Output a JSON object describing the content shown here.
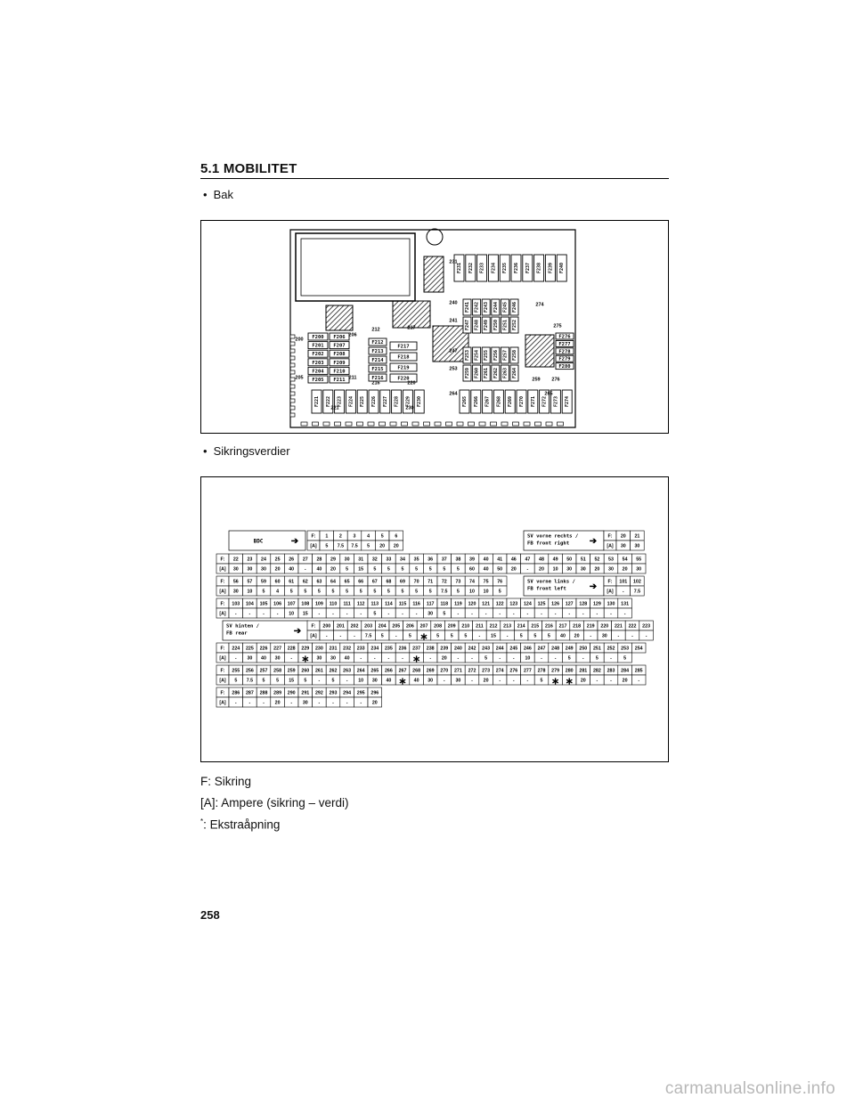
{
  "header": {
    "section_title": "5.1 MOBILITET"
  },
  "bullets": {
    "rear": "Bak",
    "values": "Sikringsverdier"
  },
  "diagram": {
    "left_col_a": [
      "F200",
      "F201",
      "F202",
      "F203",
      "F204",
      "F205"
    ],
    "left_col_b": [
      "F206",
      "F207",
      "F208",
      "F209",
      "F210",
      "F211"
    ],
    "mid_col_a": [
      "F212",
      "F213",
      "F214",
      "F215",
      "F216"
    ],
    "mid_col_b": [
      "F217",
      "F218",
      "F219",
      "F220"
    ],
    "top_row": [
      "F231",
      "F232",
      "F233",
      "F234",
      "F235",
      "F236",
      "F237",
      "F238",
      "F239",
      "F240"
    ],
    "bottom_row_left": [
      "F221",
      "F222",
      "F223",
      "F224",
      "F225",
      "F226",
      "F227",
      "F228",
      "F229",
      "F230"
    ],
    "bottom_row_right": [
      "F265",
      "F266",
      "F267",
      "F268",
      "F269",
      "F270",
      "F271",
      "F272",
      "F273",
      "F274"
    ],
    "mid_grid_a": [
      "F241",
      "F242",
      "F243",
      "F244",
      "F245",
      "F246"
    ],
    "mid_grid_b": [
      "F247",
      "F248",
      "F249",
      "F250",
      "F251",
      "F252"
    ],
    "lower_grid_a": [
      "F253",
      "F254",
      "F255",
      "F256",
      "F257",
      "F258"
    ],
    "lower_grid_b": [
      "F259",
      "F260",
      "F261",
      "F262",
      "F263",
      "F264"
    ],
    "right_col": [
      "F276",
      "F277",
      "F278",
      "F279",
      "F280"
    ],
    "callouts": [
      "200",
      "205",
      "206",
      "211",
      "212",
      "217",
      "216",
      "220",
      "221",
      "230",
      "231",
      "240",
      "241",
      "247",
      "253",
      "259",
      "264",
      "265",
      "274",
      "275",
      "276",
      "280"
    ]
  },
  "table": {
    "boxes": {
      "bdc": "BDC",
      "front_right": [
        "SV vorne rechts /",
        "FB front right"
      ],
      "front_left": [
        "SV vorne links /",
        "FB front left"
      ],
      "rear": [
        "SV hinten /",
        "FB rear"
      ]
    },
    "f_label": "F:",
    "a_label": "[A]",
    "bdc_f": [
      "1",
      "2",
      "3",
      "4",
      "5",
      "6"
    ],
    "bdc_a": [
      "5",
      "7.5",
      "7.5",
      "5",
      "20",
      "20"
    ],
    "fr_f": [
      "20",
      "21"
    ],
    "fr_a": [
      "30",
      "30"
    ],
    "row1_f": [
      "22",
      "23",
      "24",
      "25",
      "26",
      "27",
      "28",
      "29",
      "30",
      "31",
      "32",
      "33",
      "34",
      "35",
      "36",
      "37",
      "38",
      "39",
      "40",
      "41",
      "46",
      "47",
      "48",
      "49",
      "50",
      "51",
      "52",
      "53",
      "54",
      "55"
    ],
    "row1_a": [
      "30",
      "30",
      "30",
      "20",
      "40",
      "-",
      "40",
      "20",
      "5",
      "15",
      "5",
      "5",
      "5",
      "5",
      "5",
      "5",
      "5",
      "60",
      "40",
      "50",
      "20",
      "-",
      "20",
      "10",
      "30",
      "30",
      "20",
      "30",
      "20",
      "30"
    ],
    "row2_f": [
      "56",
      "57",
      "59",
      "60",
      "61",
      "62",
      "63",
      "64",
      "65",
      "66",
      "67",
      "68",
      "69",
      "70",
      "71",
      "72",
      "73",
      "74",
      "75",
      "76"
    ],
    "row2_a": [
      "30",
      "10",
      "5",
      "4",
      "5",
      "5",
      "5",
      "5",
      "5",
      "5",
      "5",
      "5",
      "5",
      "5",
      "5",
      "7.5",
      "5",
      "10",
      "10",
      "5"
    ],
    "fl_f": [
      "101",
      "102"
    ],
    "fl_a": [
      "-",
      "7.5"
    ],
    "row3_f": [
      "103",
      "104",
      "105",
      "106",
      "107",
      "108",
      "109",
      "110",
      "111",
      "112",
      "113",
      "114",
      "115",
      "116",
      "117",
      "118",
      "119",
      "120",
      "121",
      "122",
      "123",
      "124",
      "125",
      "126",
      "127",
      "128",
      "129",
      "130",
      "131"
    ],
    "row3_a": [
      "-",
      "-",
      "-",
      "-",
      "10",
      "15",
      "-",
      "-",
      "-",
      "-",
      "5",
      "-",
      "-",
      "-",
      "30",
      "5",
      "-",
      "-",
      "-",
      "-",
      "-",
      "-",
      "-",
      "-",
      "-",
      "-",
      "-",
      "-",
      "-"
    ],
    "row4_f": [
      "200",
      "201",
      "202",
      "203",
      "204",
      "205",
      "206",
      "207",
      "208",
      "209",
      "210",
      "211",
      "212",
      "213",
      "214",
      "215",
      "216",
      "217",
      "218",
      "219",
      "220",
      "221",
      "222",
      "223"
    ],
    "row4_a": [
      "-",
      "-",
      "-",
      "7.5",
      "5",
      "-",
      "5",
      "*",
      "5",
      "5",
      "5",
      "-",
      "15",
      "-",
      "5",
      "5",
      "5",
      "40",
      "20",
      "-",
      "30",
      "-",
      "-",
      "-"
    ],
    "row5_f": [
      "224",
      "225",
      "226",
      "227",
      "228",
      "229",
      "230",
      "231",
      "232",
      "233",
      "234",
      "235",
      "236",
      "237",
      "238",
      "239",
      "240",
      "242",
      "243",
      "244",
      "245",
      "246",
      "247",
      "248",
      "249",
      "250",
      "251",
      "252",
      "253",
      "254"
    ],
    "row5_a": [
      "-",
      "30",
      "40",
      "30",
      "-",
      "*",
      "30",
      "30",
      "40",
      "-",
      "-",
      "-",
      "-",
      "*",
      "-",
      "20",
      "-",
      "-",
      "5",
      "-",
      "-",
      "10",
      "-",
      "-",
      "5",
      "-",
      "5",
      "-",
      "5"
    ],
    "row6_f": [
      "255",
      "256",
      "257",
      "258",
      "259",
      "260",
      "261",
      "262",
      "263",
      "264",
      "265",
      "266",
      "267",
      "268",
      "269",
      "270",
      "271",
      "272",
      "273",
      "274",
      "276",
      "277",
      "278",
      "279",
      "280",
      "281",
      "282",
      "283",
      "284",
      "285"
    ],
    "row6_a": [
      "5",
      "7.5",
      "5",
      "5",
      "15",
      "5",
      "-",
      "5",
      "-",
      "10",
      "30",
      "40",
      "*",
      "40",
      "30",
      "-",
      "30",
      "-",
      "20",
      "-",
      "-",
      "-",
      "5",
      "*",
      "*",
      "20",
      "-",
      "-",
      "20",
      "-"
    ],
    "row7_f": [
      "286",
      "287",
      "288",
      "289",
      "290",
      "291",
      "292",
      "293",
      "294",
      "295",
      "296"
    ],
    "row7_a": [
      "-",
      "-",
      "-",
      "20",
      "-",
      "30",
      "-",
      "-",
      "-",
      "-",
      "20"
    ]
  },
  "legend": {
    "f": "F: Sikring",
    "a": "[A]: Ampere (sikring – verdi)",
    "star_mark": "*",
    "star": ": Ekstraåpning"
  },
  "footer": {
    "page_number": "258",
    "watermark": "carmanualsonline.info"
  }
}
